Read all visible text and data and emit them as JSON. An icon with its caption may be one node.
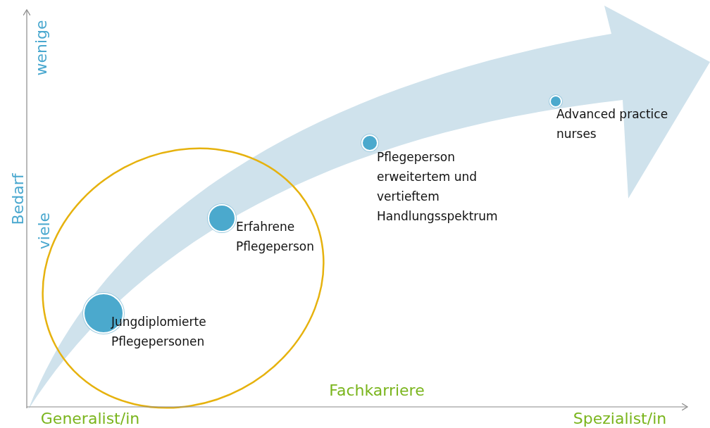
{
  "diagram": {
    "nodes": [
      {
        "text": [],
        "shape": "circle",
        "beside": [
          "Jungdiplomierte Pflegepersonen"
        ]
      },
      {
        "text": [],
        "shape": "circle",
        "beside": [
          "Erfahrene Pflegeperson"
        ]
      },
      {
        "text": [],
        "shape": "circle",
        "beside": [
          "Pflegeperson erweitertem und vertieftem Handlungsspektrum"
        ]
      },
      {
        "text": [],
        "shape": "circle",
        "beside": [
          "Advanced practice nurses"
        ]
      }
    ],
    "edges": [],
    "labels": [
      "wenige",
      "Bedarf",
      "viele",
      "Fachkarriere",
      "Generalist/in",
      "Spezialist/in"
    ]
  }
}
